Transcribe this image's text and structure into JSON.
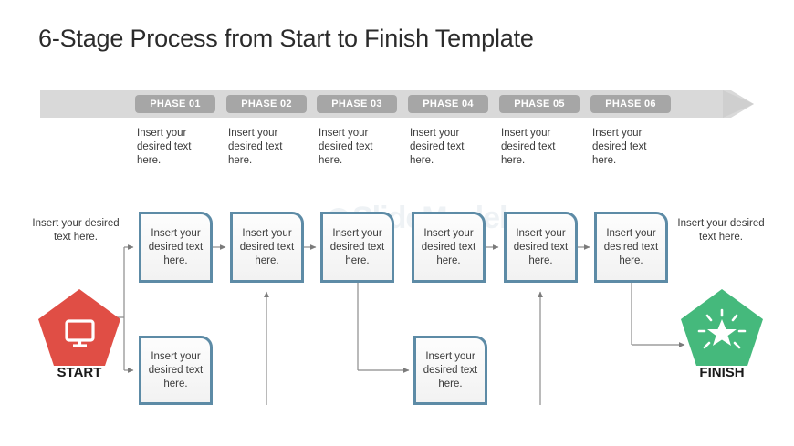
{
  "slide": {
    "title": "6-Stage Process from Start to Finish Template",
    "watermark": "SlideModel",
    "body_text": "Insert your desired text here.",
    "colors": {
      "band": "#d9d9d9",
      "chip": "#a6a6a6",
      "box_border": "#5d8ba6",
      "box_fill": "#f4f4f4",
      "start": "#e04e45",
      "finish": "#45b97c",
      "connector": "#808080",
      "title_text": "#2b2b2b"
    }
  },
  "phases": [
    {
      "chip": "PHASE 01",
      "desc": "Insert your desired text here."
    },
    {
      "chip": "PHASE 02",
      "desc": "Insert your desired text here."
    },
    {
      "chip": "PHASE 03",
      "desc": "Insert your desired text here."
    },
    {
      "chip": "PHASE 04",
      "desc": "Insert your desired text here."
    },
    {
      "chip": "PHASE 05",
      "desc": "Insert your desired text here."
    },
    {
      "chip": "PHASE 06",
      "desc": "Insert your desired text here."
    }
  ],
  "start_node": {
    "label": "START",
    "caption": "Insert your desired text here.",
    "icon": "monitor-icon",
    "color": "#e04e45"
  },
  "finish_node": {
    "label": "FINISH",
    "caption": "Insert your desired text here.",
    "icon": "sparkle-icon",
    "color": "#45b97c"
  },
  "top_boxes": [
    {
      "text": "Insert your desired text here."
    },
    {
      "text": "Insert your desired text here."
    },
    {
      "text": "Insert your desired text here."
    },
    {
      "text": "Insert your desired text here."
    },
    {
      "text": "Insert your desired text here."
    },
    {
      "text": "Insert your desired text here."
    }
  ],
  "bottom_boxes": [
    {
      "text": "Insert your desired text here."
    },
    {
      "text": "Insert your desired text here."
    }
  ]
}
